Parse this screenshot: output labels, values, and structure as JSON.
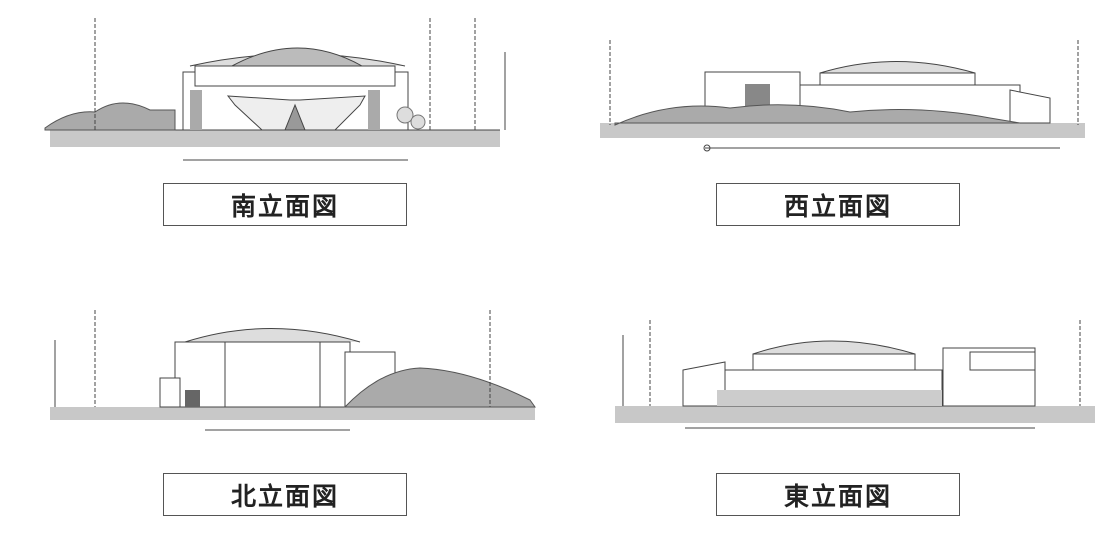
{
  "elevations": [
    {
      "label": "南立面図"
    },
    {
      "label": "西立面図"
    },
    {
      "label": "北立面図"
    },
    {
      "label": "東立面図"
    }
  ],
  "colors": {
    "ground": "#c8c8c8",
    "line": "#444444",
    "frame": "#555555"
  }
}
